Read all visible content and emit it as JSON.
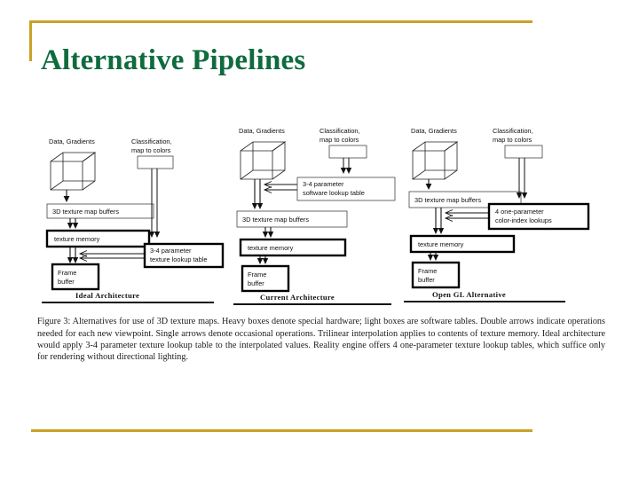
{
  "slide": {
    "title": "Alternative Pipelines",
    "accent_color": "#C9A227",
    "title_color": "#0F6B3E",
    "background": "#FFFFFF"
  },
  "figure": {
    "caption_number": "Figure 3:",
    "caption_text": "Figure 3:  Alternatives for use of 3D texture maps.  Heavy boxes denote special hardware; light boxes are software tables.  Double arrows indicate operations needed for each new viewpoint.  Single arrows denote occasional operations.  Trilinear interpolation applies to contents of texture memory.  Ideal architecture would apply 3-4 parameter texture lookup table to the interpolated values.  Reality engine offers 4 one-parameter texture lookup tables, which suffice only for rendering without directional lighting.",
    "panels": [
      {
        "id": "ideal",
        "label": "Ideal  Architecture",
        "source_label": "Data,  Gradients",
        "classification_label_line1": "Classification,",
        "classification_label_line2": "map  to  colors",
        "boxes": [
          {
            "name": "texture-map-buffers",
            "text": "3D  texture  map  buffers",
            "weight": "light"
          },
          {
            "name": "texture-memory",
            "text": "texture  memory",
            "weight": "heavy"
          },
          {
            "name": "lookup-table",
            "text_line1": "3-4  parameter",
            "text_line2": "texture  lookup  table",
            "weight": "heavy"
          },
          {
            "name": "frame-buffer",
            "text_line1": "Frame",
            "text_line2": "buffer",
            "weight": "heavy"
          },
          {
            "name": "classification-box",
            "text": "",
            "weight": "light"
          }
        ]
      },
      {
        "id": "current",
        "label": "Current  Architecture",
        "source_label": "Data,  Gradients",
        "classification_label_line1": "Classification,",
        "classification_label_line2": "map  to  colors",
        "boxes": [
          {
            "name": "software-lookup-table",
            "text_line1": "3-4  parameter",
            "text_line2": "software  lookup  table",
            "weight": "light"
          },
          {
            "name": "texture-map-buffers",
            "text": "3D  texture  map  buffers",
            "weight": "light"
          },
          {
            "name": "texture-memory",
            "text": "texture  memory",
            "weight": "heavy"
          },
          {
            "name": "frame-buffer",
            "text_line1": "Frame",
            "text_line2": "buffer",
            "weight": "heavy"
          },
          {
            "name": "classification-box",
            "text": "",
            "weight": "light"
          }
        ]
      },
      {
        "id": "opengl",
        "label": "Open GL  Alternative",
        "source_label": "Data,  Gradients",
        "classification_label_line1": "Classification,",
        "classification_label_line2": "map  to  colors",
        "boxes": [
          {
            "name": "texture-map-buffers",
            "text": "3D  texture  map  buffers",
            "weight": "light"
          },
          {
            "name": "color-index-lookups",
            "text_line1": "4  one-parameter",
            "text_line2": "color-index  lookups",
            "weight": "heavy"
          },
          {
            "name": "texture-memory",
            "text": "texture  memory",
            "weight": "heavy"
          },
          {
            "name": "frame-buffer",
            "text_line1": "Frame",
            "text_line2": "buffer",
            "weight": "heavy"
          },
          {
            "name": "classification-box",
            "text": "",
            "weight": "light"
          }
        ]
      }
    ]
  }
}
